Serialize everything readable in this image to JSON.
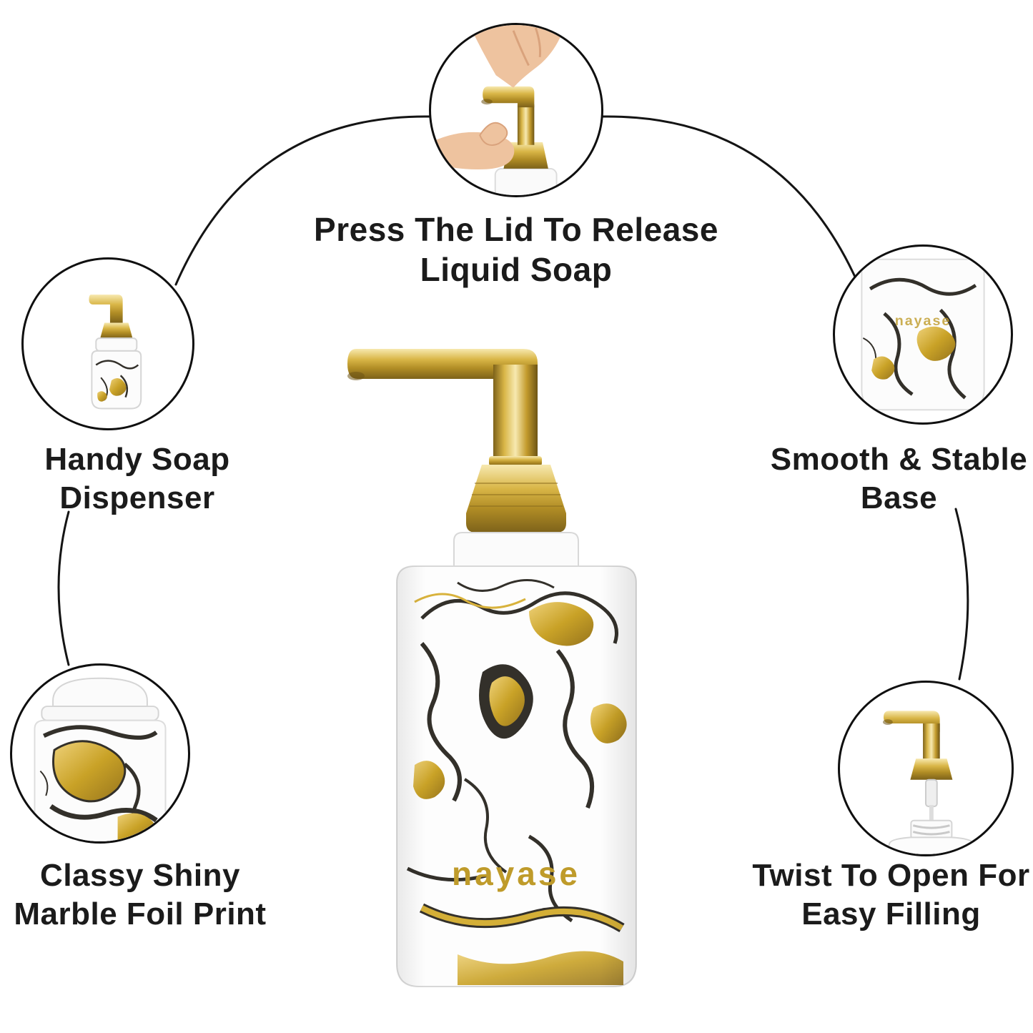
{
  "product": {
    "brand": "nayase"
  },
  "callouts": {
    "press": {
      "line1": "Press The Lid To Release",
      "line2": "Liquid Soap"
    },
    "handy": {
      "line1": "Handy Soap",
      "line2": "Dispenser"
    },
    "base": {
      "line1": "Smooth & Stable",
      "line2": "Base"
    },
    "marble": {
      "line1": "Classy Shiny",
      "line2": "Marble Foil Print"
    },
    "twist": {
      "line1": "Twist To Open For",
      "line2": "Easy Filling"
    }
  },
  "icons": {
    "press": "hands-pressing-pump-photo",
    "handy": "soap-dispenser-photo",
    "base": "dispenser-base-photo",
    "marble": "marble-foil-closeup-photo",
    "twist": "pump-removed-open-bottle-photo"
  },
  "colors": {
    "gold": "#c9a227",
    "gold_light": "#f7e9b0",
    "gold_dark": "#7d621a",
    "marble_dark": "#33302a",
    "text": "#1b1b1b",
    "line": "#141414",
    "skin": "#eec39f"
  }
}
